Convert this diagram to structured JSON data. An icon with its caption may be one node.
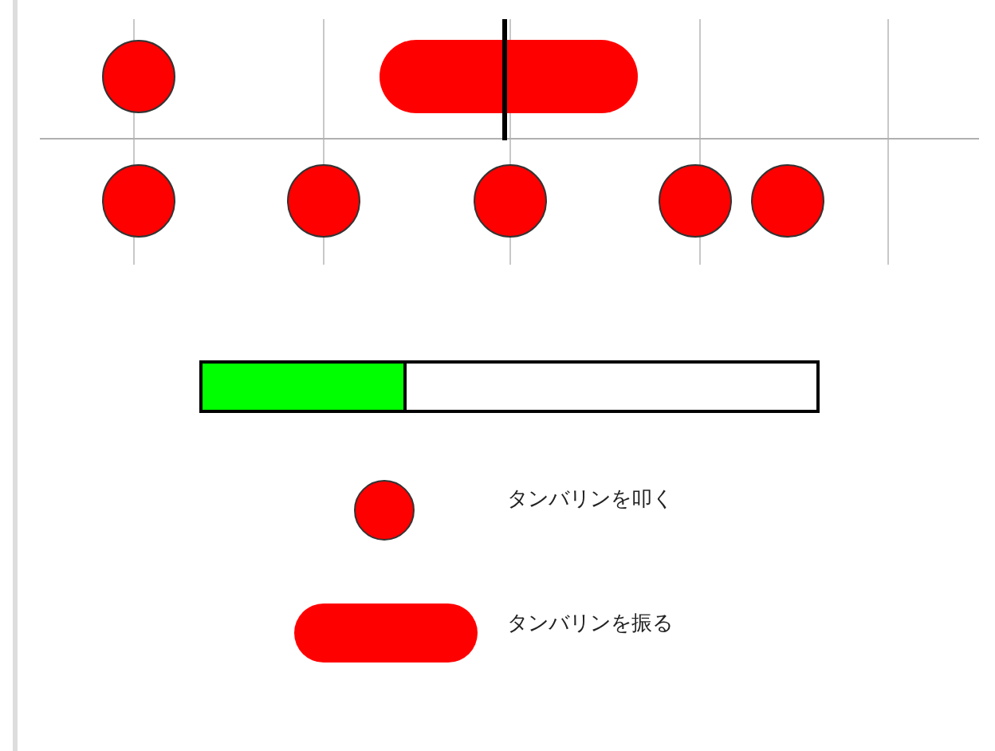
{
  "diagram": {
    "nodes": [
      {
        "text": [],
        "shape": "circle"
      },
      {
        "text": [],
        "shape": "bar"
      },
      {
        "text": [],
        "shape": "circle"
      },
      {
        "text": [],
        "shape": "circle"
      },
      {
        "text": [],
        "shape": "circle"
      },
      {
        "text": [],
        "shape": "circle"
      },
      {
        "text": [],
        "shape": "circle"
      }
    ],
    "legend": [
      {
        "text": "タンバリンを叩く"
      },
      {
        "text": "タンバリンを振る"
      }
    ]
  }
}
